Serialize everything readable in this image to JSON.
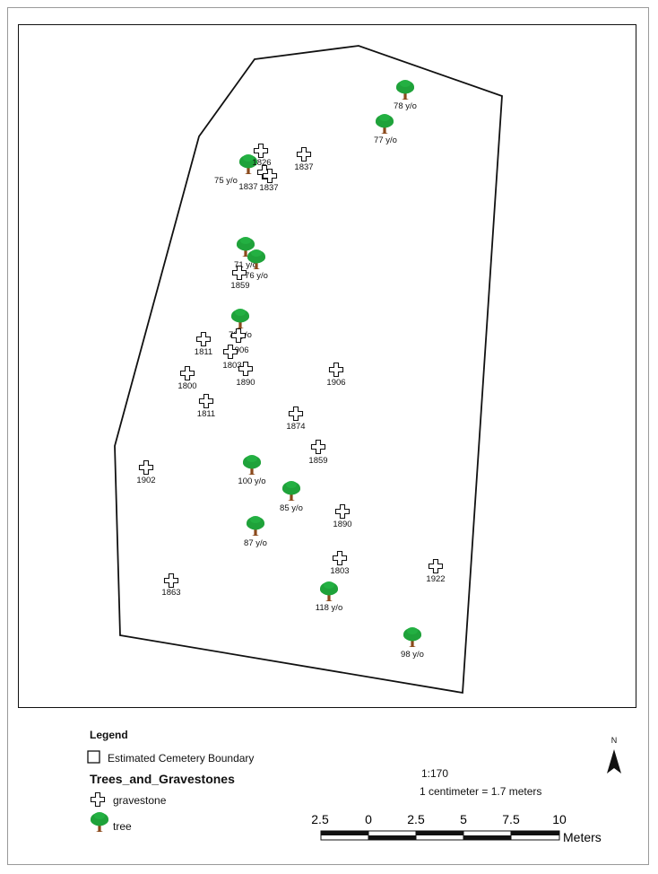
{
  "legend": {
    "title": "Legend",
    "boundary_label": "Estimated Cemetery Boundary",
    "layer_title": "Trees_and_Gravestones",
    "gravestone_label": "gravestone",
    "tree_label": "tree"
  },
  "north_label": "N",
  "scale": {
    "ratio": "1:170",
    "note": "1 centimeter = 1.7 meters",
    "ticks": [
      "2.5",
      "0",
      "2.5",
      "5",
      "7.5",
      "10"
    ],
    "unit": "Meters"
  },
  "colors": {
    "tree_canopy": "#1fa23a",
    "tree_trunk": "#8b4a1c",
    "line": "#111111"
  },
  "trees": [
    "78 y/o",
    "77 y/o",
    "75 y/o",
    "71 y/o",
    "76 y/o",
    "79 y/o",
    "100 y/o",
    "85 y/o",
    "87 y/o",
    "118 y/o",
    "98 y/o"
  ],
  "gravestones": [
    "1826",
    "1837",
    "1837",
    "1837",
    "1859",
    "1811",
    "1906",
    "1803",
    "1800",
    "1890",
    "1811",
    "1906",
    "1874",
    "1859",
    "1902",
    "1890",
    "1803",
    "1922",
    "1863"
  ]
}
